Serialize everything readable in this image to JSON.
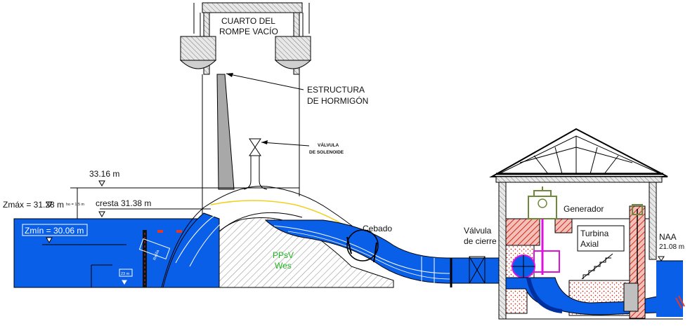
{
  "labels": {
    "room_line1": "CUARTO DEL",
    "room_line2": "ROMPE VACÍO",
    "structure_line1": "ESTRUCTURA",
    "structure_line2": "DE HORMIGÓN",
    "valve_sol_line1": "VÁLVULA",
    "valve_sol_line2": "DE SOLENOIDE",
    "level_top": "33.16 m",
    "level_max": "Zmáx = 31.28 m",
    "level_h0": "ho = 1.5 m",
    "level_crest": "cresta 31.38 m",
    "level_min": "Zmín = 30.06 m",
    "rejilla": "Rejilla",
    "depth_mark": "23 m",
    "siphon_body_line1": "PPsV",
    "siphon_body_line2": "Wes",
    "priming": "Cebado",
    "shutoff_valve_line1": "Válvula",
    "shutoff_valve_line2": "de cierre",
    "generator": "Generador",
    "turbine_line1": "Turbina",
    "turbine_line2": "Axial",
    "tailwater_label": "NAA",
    "tailwater_value": "21.08 m"
  },
  "colors": {
    "water": "#0a5fe8",
    "hatch": "#8a8a8a",
    "concrete_red": "#e03a2a",
    "generator_green": "#6f8a3a",
    "turbine_magenta": "#e010e0",
    "pipe_dark": "#0030a0",
    "valve_yellow": "#f0d020"
  },
  "icons": [
    "valve-icon",
    "level-marker-icon",
    "generator-icon",
    "turbine-icon"
  ]
}
